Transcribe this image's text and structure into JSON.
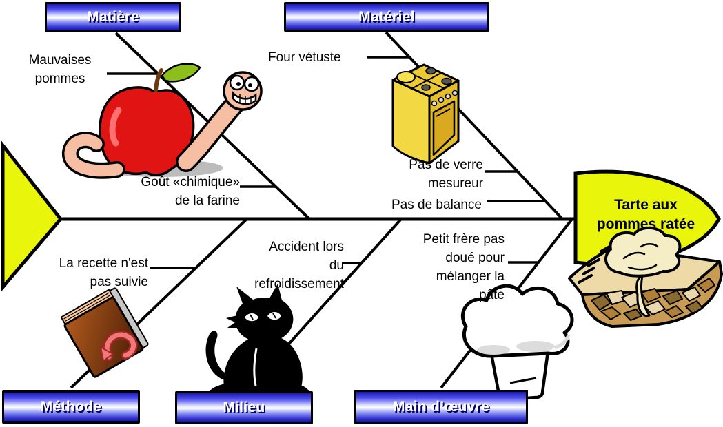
{
  "diagram_type": "ishikawa-fishbone",
  "effect": {
    "lines": [
      "Tarte aux",
      "pommes ratée"
    ]
  },
  "categories": {
    "matiere": {
      "label": "Matière",
      "position": "top-left"
    },
    "materiel": {
      "label": "Matériel",
      "position": "top-center"
    },
    "methode": {
      "label": "Méthode",
      "position": "bottom-left"
    },
    "milieu": {
      "label": "Milieu",
      "position": "bottom-center"
    },
    "main_doeuvre": {
      "label": "Main d’œuvre",
      "position": "bottom-right"
    }
  },
  "causes": {
    "mauvaises_pommes": {
      "category": "Matière",
      "lines": [
        "Mauvaises",
        "pommes"
      ]
    },
    "gout_chimique": {
      "category": "Matière",
      "lines": [
        "Goût «chimique»",
        "de la farine"
      ]
    },
    "four_vetuste": {
      "category": "Matériel",
      "lines": [
        "Four vétuste"
      ]
    },
    "pas_verre_mesureur": {
      "category": "Matériel",
      "lines": [
        "Pas de verre",
        "mesureur"
      ]
    },
    "pas_balance": {
      "category": "Matériel",
      "lines": [
        "Pas de balance"
      ]
    },
    "recette_non_suivie": {
      "category": "Méthode",
      "lines": [
        "La recette n'est",
        "pas suivie"
      ]
    },
    "accident_refroidissement": {
      "category": "Milieu",
      "lines": [
        "Accident lors",
        "du",
        "refroidissement"
      ]
    },
    "petit_frere": {
      "category": "Main d’œuvre",
      "lines": [
        "Petit frère pas",
        "doué pour",
        "mélanger la",
        "pâte"
      ]
    }
  },
  "icons": {
    "apple_worm": "apple-with-worm-icon",
    "oven": "oven-icon",
    "recipe_book": "recipe-book-icon",
    "black_cat": "black-cat-icon",
    "chef_hat": "chef-hat-icon",
    "apple_pie": "apple-pie-icon"
  },
  "colors": {
    "arrow_yellow": "#e9f50a",
    "category_box_blue": "#3434d2",
    "label_text": "#ffffff",
    "label_shadow": "#000066",
    "line": "#000000"
  }
}
